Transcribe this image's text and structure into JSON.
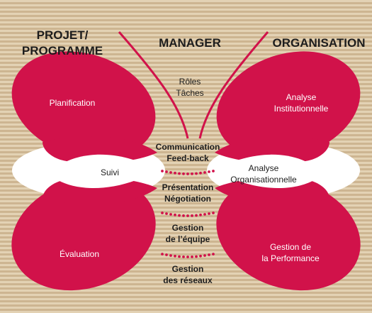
{
  "headers": {
    "left_line1": "PROJET/",
    "left_line2": "PROGRAMME",
    "center": "MANAGER",
    "right": "ORGANISATION"
  },
  "antenna_labels": {
    "line1": "Rôles",
    "line2": "Tâches"
  },
  "left_wing": {
    "top": "Planification",
    "middle": "Suivi",
    "bottom": "Évaluation"
  },
  "right_wing": {
    "top_line1": "Analyse",
    "top_line2": "Institutionnelle",
    "middle_line1": "Analyse",
    "middle_line2": "Organisationnelle",
    "bottom_line1": "Gestion de",
    "bottom_line2": "la Performance"
  },
  "body_items": [
    {
      "line1": "Communication",
      "line2": "Feed-back"
    },
    {
      "line1": "Présentation",
      "line2": "Négotiation"
    },
    {
      "line1": "Gestion",
      "line2": "de l’équipe"
    },
    {
      "line1": "Gestion",
      "line2": "des réseaux"
    }
  ],
  "colors": {
    "wing": "#d1124a",
    "inner": "#ffffff",
    "stripe_light": "#e3d2b4",
    "stripe_dark": "#cdb591",
    "text_dark": "#1d1d1d"
  }
}
